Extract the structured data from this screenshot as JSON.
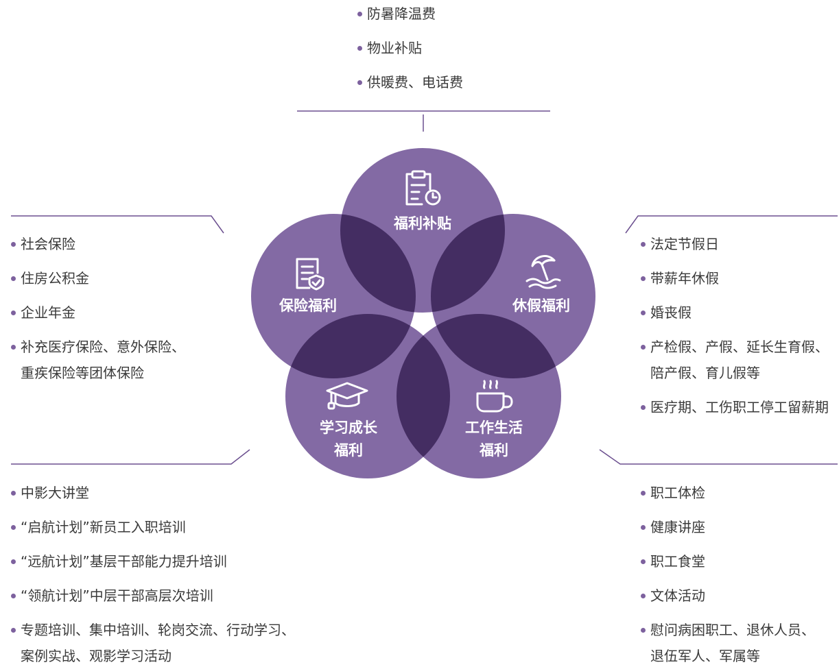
{
  "colors": {
    "circle": "#836aa4",
    "overlap": "#442d62",
    "line": "#6b4f8f",
    "bullet": "#7d619e",
    "text": "#3a3a3a"
  },
  "circles": {
    "top": {
      "label": "福利补贴",
      "icon": "clipboard-clock-icon"
    },
    "left": {
      "label": "保险福利",
      "icon": "document-shield-icon"
    },
    "right": {
      "label": "休假福利",
      "icon": "beach-umbrella-icon"
    },
    "bottom_left": {
      "label_line1": "学习成长",
      "label_line2": "福利",
      "icon": "graduation-cap-icon"
    },
    "bottom_right": {
      "label_line1": "工作生活",
      "label_line2": "福利",
      "icon": "coffee-cup-icon"
    }
  },
  "lists": {
    "top": [
      "防暑降温费",
      "物业补贴",
      "供暖费、电话费"
    ],
    "left": [
      "社会保险",
      "住房公积金",
      "企业年金",
      "补充医疗保险、意外保险、",
      "重疾保险等团体保险"
    ],
    "right": [
      "法定节假日",
      "带薪年休假",
      "婚丧假",
      "产检假、产假、延长生育假、",
      "陪产假、育儿假等",
      "医疗期、工伤职工停工留薪期"
    ],
    "bottom_left": [
      "中影大讲堂",
      "“启航计划”新员工入职培训",
      "“远航计划”基层干部能力提升培训",
      "“领航计划”中层干部高层次培训",
      "专题培训、集中培训、轮岗交流、行动学习、",
      "案例实战、观影学习活动"
    ],
    "bottom_right": [
      "职工体检",
      "健康讲座",
      "职工食堂",
      "文体活动",
      "慰问病困职工、退休人员、",
      "退伍军人、军属等"
    ]
  }
}
